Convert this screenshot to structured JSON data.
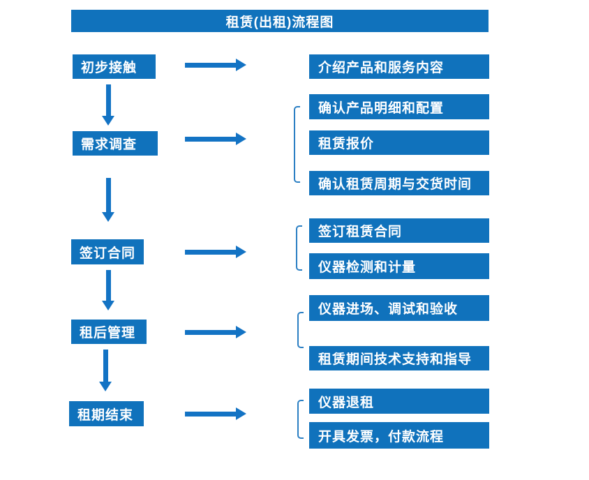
{
  "title": "租赁(出租)流程图",
  "colors": {
    "primary": "#1072bc",
    "arrow": "#1373c4",
    "bracket": "#2b7fc3",
    "text": "#ffffff",
    "background": "#ffffff"
  },
  "flow": {
    "stages": [
      {
        "label": "初步接触"
      },
      {
        "label": "需求调查"
      },
      {
        "label": "签订合同"
      },
      {
        "label": "租后管理"
      },
      {
        "label": "租期结束"
      }
    ],
    "details": [
      {
        "stage": "初步接触",
        "items": [
          "介绍产品和服务内容"
        ]
      },
      {
        "stage": "需求调查",
        "items": [
          "确认产品明细和配置",
          "租赁报价",
          "确认租赁周期与交货时间"
        ]
      },
      {
        "stage": "签订合同",
        "items": [
          "签订租赁合同",
          "仪器检测和计量"
        ]
      },
      {
        "stage": "租后管理",
        "items": [
          "仪器进场、调试和验收",
          "租赁期间技术支持和指导"
        ]
      },
      {
        "stage": "租期结束",
        "items": [
          "仪器退租",
          "开具发票，付款流程"
        ]
      }
    ]
  }
}
